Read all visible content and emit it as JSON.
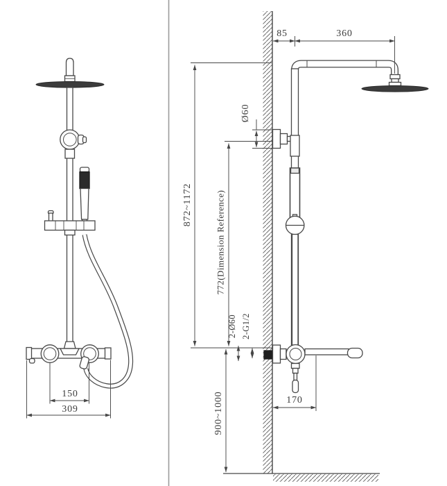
{
  "colors": {
    "line": "#474747",
    "dark_fill": "#3c3c3c",
    "anchor_fill": "#1e1e1e",
    "divider": "#9b9b9b",
    "background": "#ffffff"
  },
  "front_view": {
    "labels": {
      "handle_spacing": "150",
      "valve_width": "309"
    }
  },
  "side_view": {
    "labels": {
      "wall_to_riser": "85",
      "riser_to_head": "360",
      "bracket_diameter": "Ø60",
      "overall_height_range": "872~1172",
      "reference_height": "772(Dimension Reference)",
      "escutcheon_diameter": "2-Ø60",
      "inlet_thread": "2-G1/2",
      "valve_height_range": "900~1000",
      "spout_reach": "170"
    }
  }
}
